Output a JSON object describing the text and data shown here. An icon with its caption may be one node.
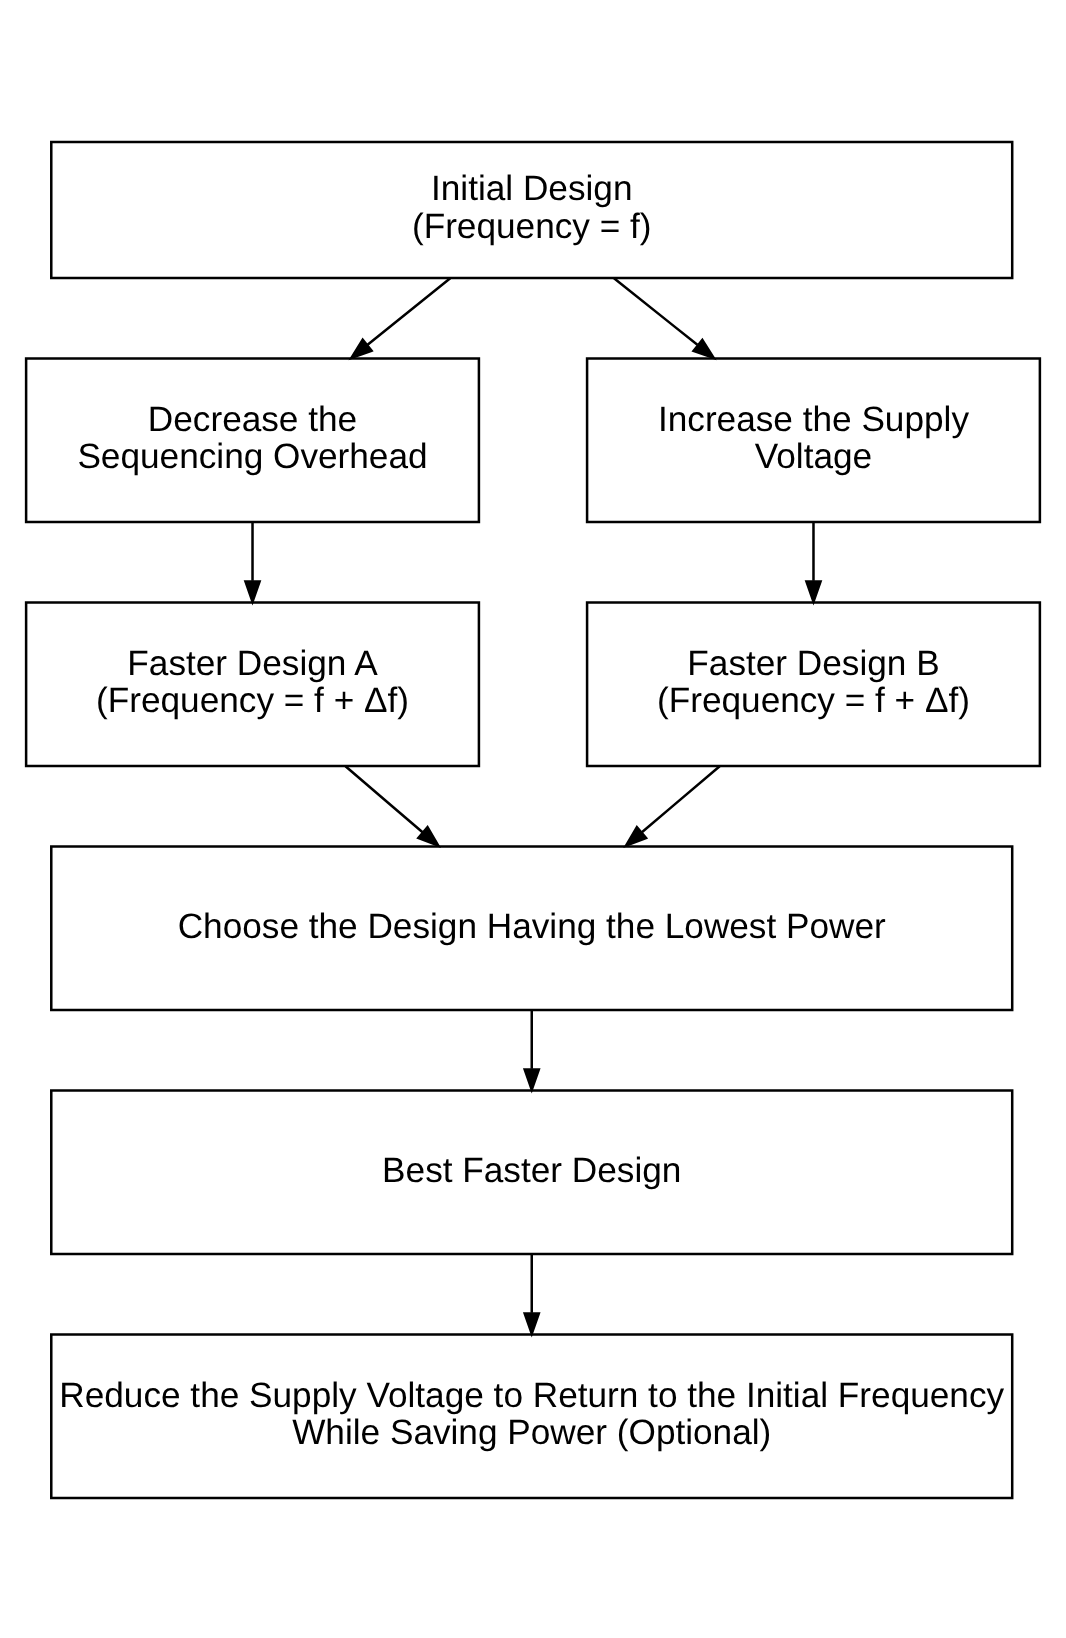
{
  "diagram": {
    "nodes": [
      {
        "text": [
          "Initial Design",
          "(Frequency = f)"
        ]
      },
      {
        "text": [
          "Decrease the Sequencing Overhead"
        ]
      },
      {
        "text": [
          "Increase the Supply Voltage"
        ]
      },
      {
        "text": [
          "Faster Design A",
          "(Frequency = f + Δf)"
        ]
      },
      {
        "text": [
          "Faster Design B",
          "(Frequency = f + Δf)"
        ]
      },
      {
        "text": [
          "Choose the Design Having the Lowest Power"
        ]
      },
      {
        "text": [
          "Best Faster Design"
        ]
      },
      {
        "text": [
          "Reduce the Supply Voltage to Return to the Initial Frequency While Saving Power (Optional)"
        ]
      }
    ],
    "edges": [
      {
        "from": 0,
        "to": 1,
        "arrow": "to"
      },
      {
        "from": 0,
        "to": 2,
        "arrow": "to"
      },
      {
        "from": 1,
        "to": 3,
        "arrow": "to"
      },
      {
        "from": 2,
        "to": 4,
        "arrow": "to"
      },
      {
        "from": 3,
        "to": 5,
        "arrow": "to"
      },
      {
        "from": 4,
        "to": 5,
        "arrow": "to"
      },
      {
        "from": 5,
        "to": 6,
        "arrow": "to"
      },
      {
        "from": 6,
        "to": 7,
        "arrow": "to"
      }
    ]
  }
}
